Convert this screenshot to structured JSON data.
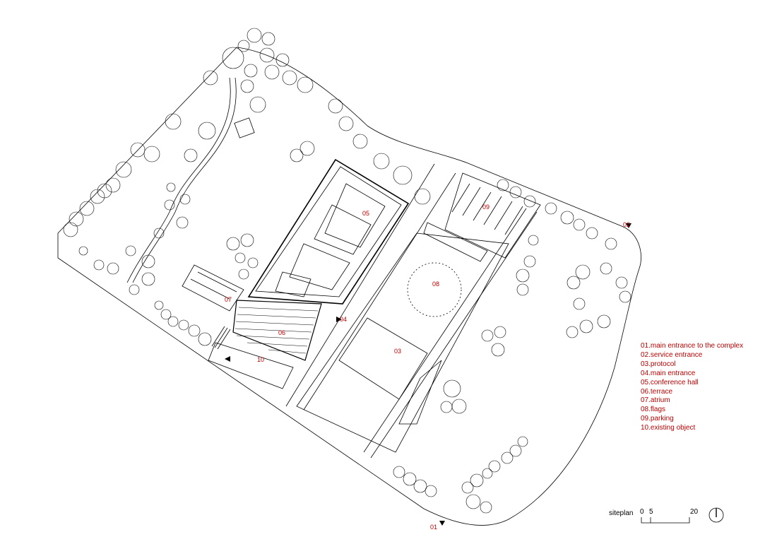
{
  "accent_color": "#c00000",
  "line_color": "#000000",
  "plan_labels": {
    "l01": "01",
    "l02": "02",
    "l03": "03",
    "l04": "04",
    "l05": "05",
    "l06": "06",
    "l07": "07",
    "l08": "08",
    "l09": "09",
    "l10": "10"
  },
  "legend": [
    "01.main entrance to the complex",
    "02.service entrance",
    "03.protocol",
    "04.main entrance",
    "05.conference hall",
    "06.terrace",
    "07.atrium",
    "08.flags",
    "09.parking",
    "10.existing object"
  ],
  "scale_bar": {
    "title": "siteplan",
    "tick_0": "0",
    "tick_5": "5",
    "tick_20": "20"
  },
  "icons": {
    "north_arrow": "north-arrow-icon",
    "entrance_marker": "triangle-marker-icon"
  }
}
